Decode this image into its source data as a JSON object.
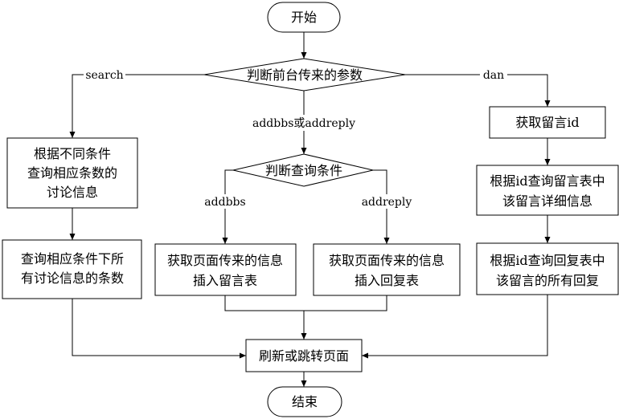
{
  "nodes": {
    "start": "开始",
    "judge_params": "判断前台传来的参数",
    "search_line1": "根据不同条件",
    "search_line2": "查询相应条数的",
    "search_line3": "讨论信息",
    "count_line1": "查询相应条件下所",
    "count_line2": "有讨论信息的条数",
    "judge_query": "判断查询条件",
    "addbbs_line1": "获取页面传来的信息",
    "addbbs_line2": "插入留言表",
    "addreply_line1": "获取页面传来的信息",
    "addreply_line2": "插入回复表",
    "get_id": "获取留言id",
    "detail_line1": "根据id查询留言表中",
    "detail_line2": "该留言详细信息",
    "reply_line1": "根据id查询回复表中",
    "reply_line2": "该留言的所有回复",
    "refresh": "刷新或跳转页面",
    "end": "结束"
  },
  "edges": {
    "search": "search",
    "dan": "dan",
    "addbbs_or_addreply": "addbbs或addreply",
    "addbbs": "addbbs",
    "addreply": "addreply"
  }
}
